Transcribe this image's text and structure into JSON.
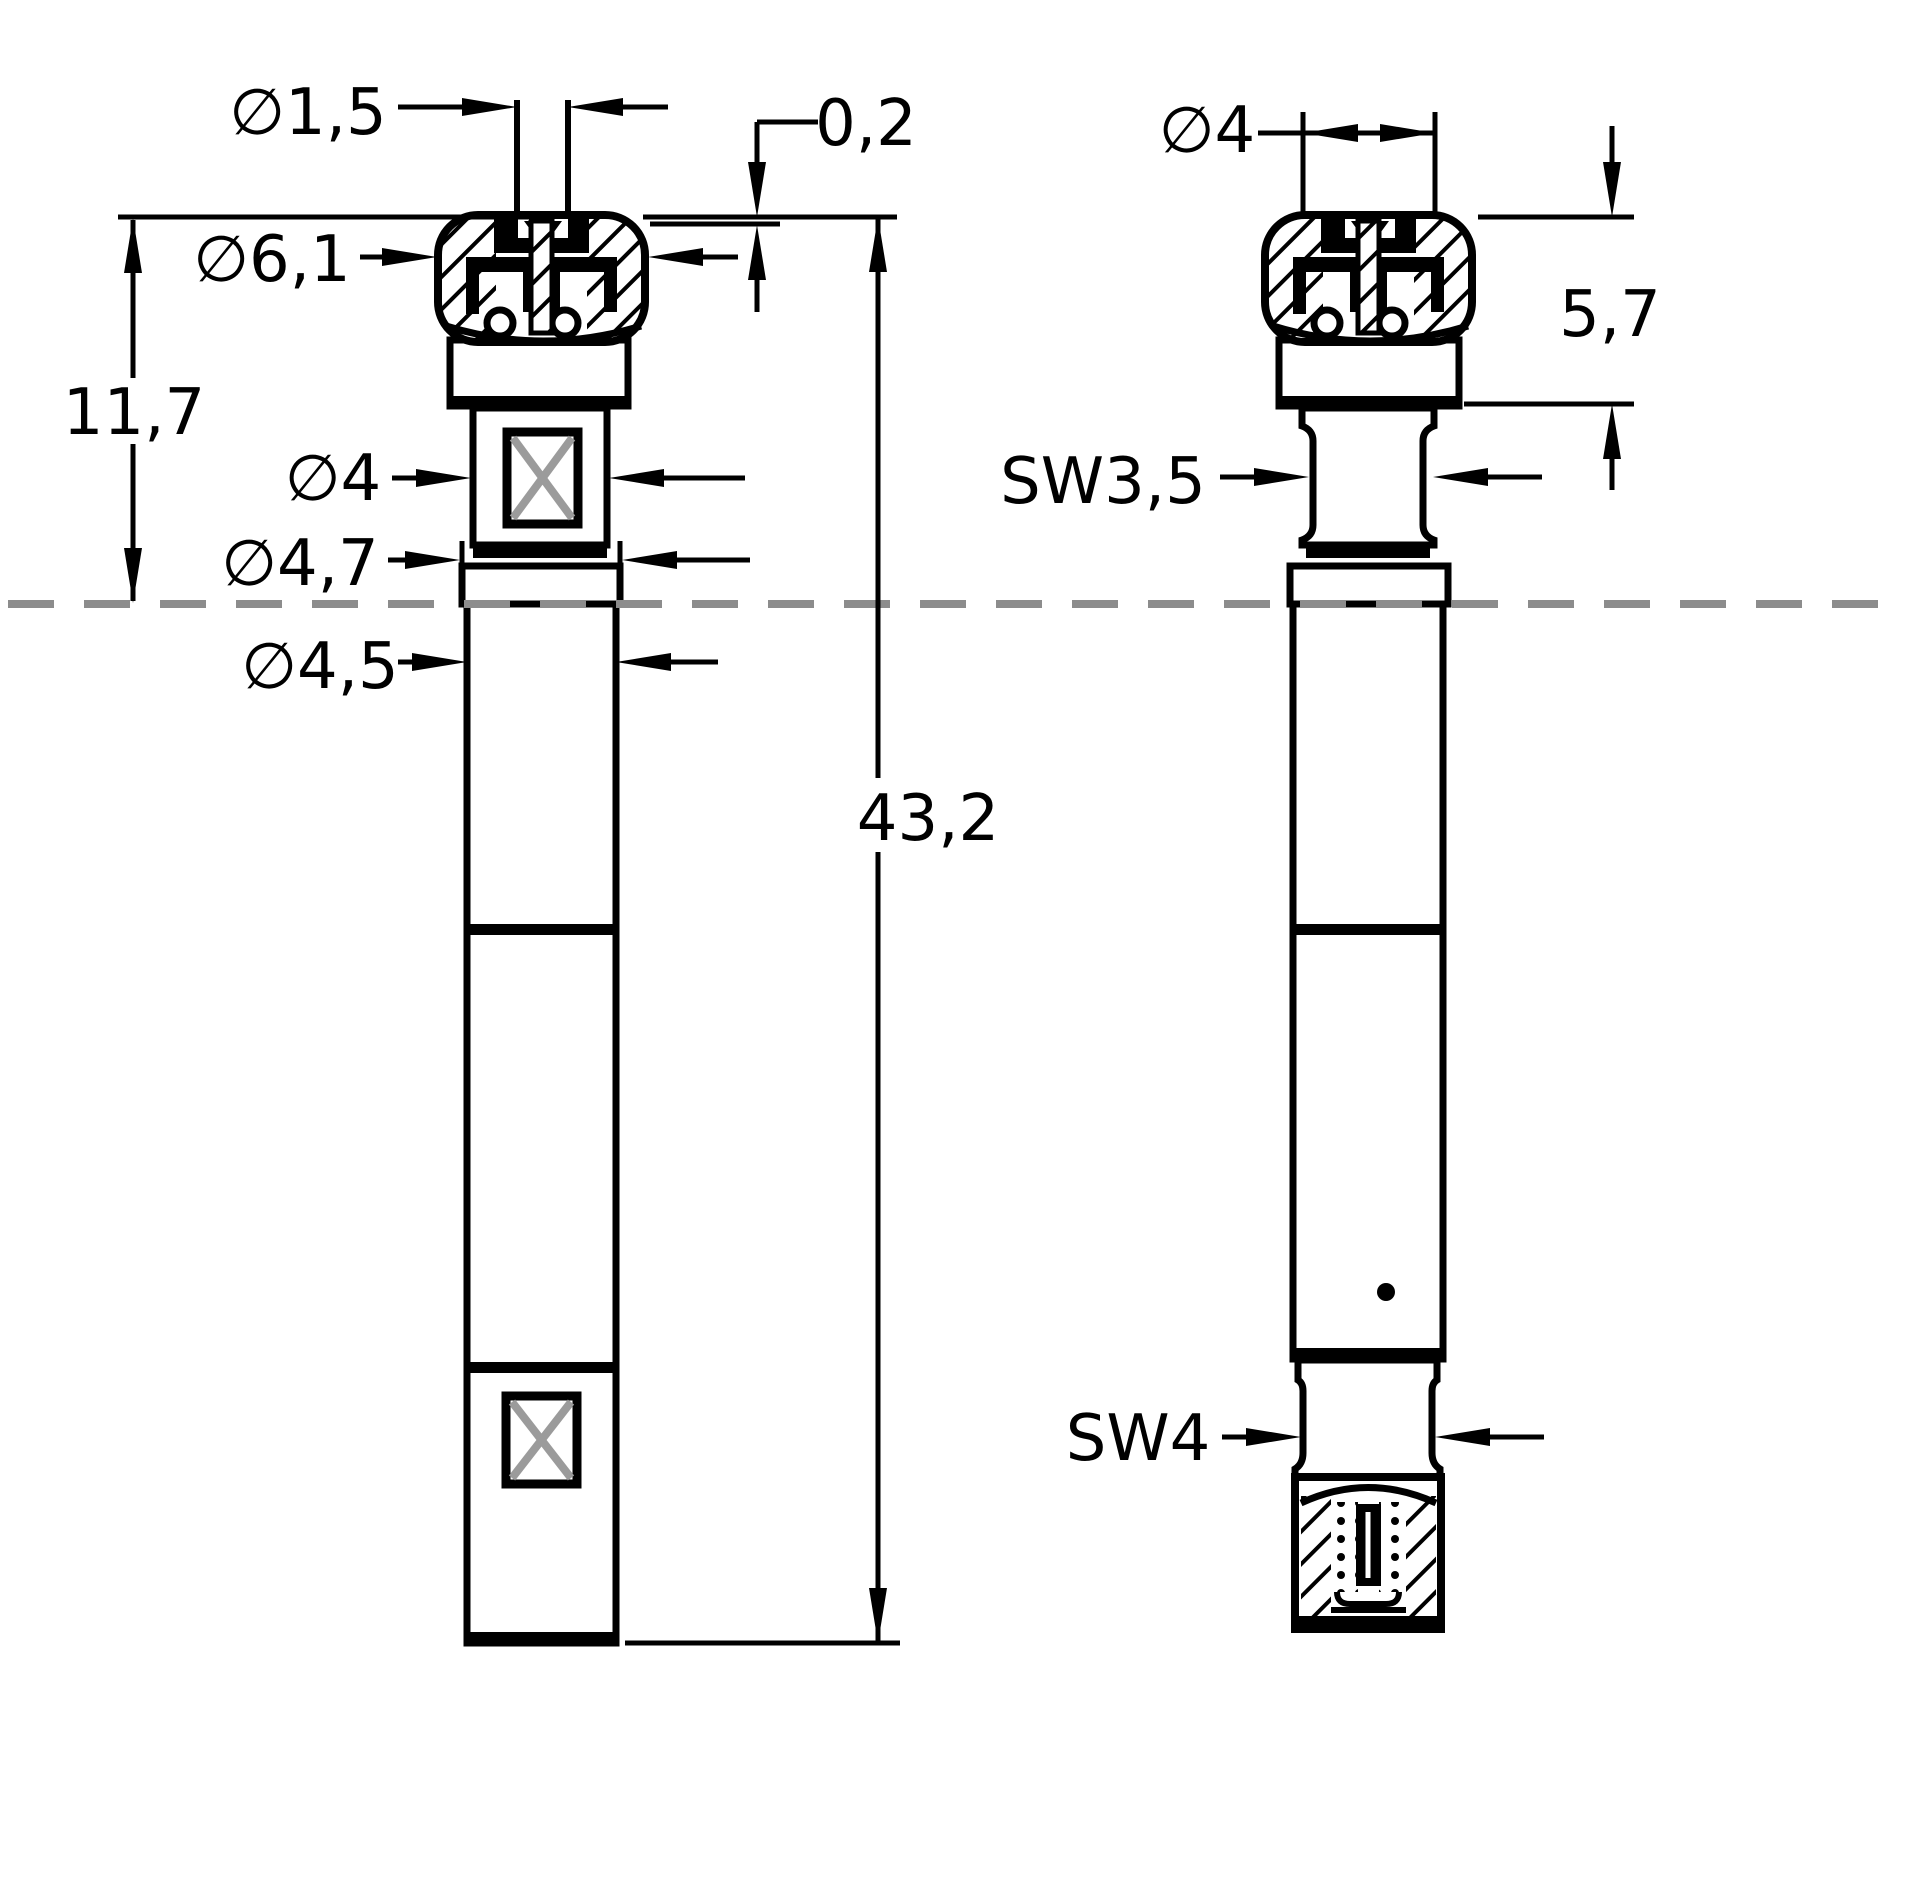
{
  "drawing": {
    "front_view": {
      "dim_tip_diameter": "∅1,5",
      "dim_tip_protrusion": "0,2",
      "dim_head_diameter": "∅6,1",
      "dim_head_height": "11,7",
      "dim_neck_diameter": "∅4",
      "dim_flange_diameter": "∅4,7",
      "dim_body_diameter": "∅4,5",
      "dim_total_length": "43,2"
    },
    "side_view": {
      "dim_tip_diameter": "∅4",
      "dim_head_length": "5,7",
      "dim_neck_wrench_size": "SW3,5",
      "dim_tail_wrench_size": "SW4"
    },
    "colors": {
      "line": "#000000",
      "centerline_dashed": "#8c8c8c",
      "cross_symbol": "#9b9b9b",
      "background": "#ffffff"
    }
  }
}
